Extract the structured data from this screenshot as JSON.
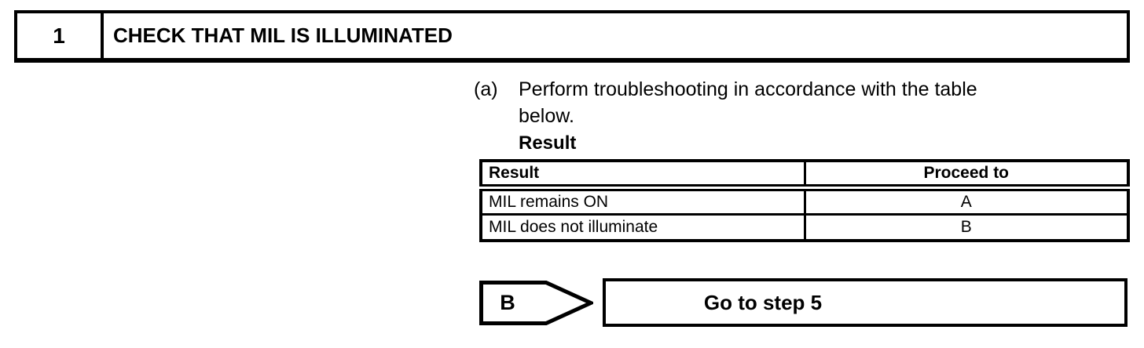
{
  "step": {
    "number": "1",
    "title": "CHECK THAT MIL IS ILLUMINATED"
  },
  "instruction": {
    "marker": "(a)",
    "line1": "Perform troubleshooting in accordance with the table",
    "line2": "below.",
    "result_label": "Result"
  },
  "result_table": {
    "headers": [
      "Result",
      "Proceed to"
    ],
    "rows": [
      {
        "result": "MIL remains ON",
        "proceed_to": "A"
      },
      {
        "result": "MIL does not illuminate",
        "proceed_to": "B"
      }
    ]
  },
  "action": {
    "branch_label": "B",
    "instruction": "Go to step 5"
  },
  "colors": {
    "ink": "#000000",
    "paper": "#ffffff"
  }
}
